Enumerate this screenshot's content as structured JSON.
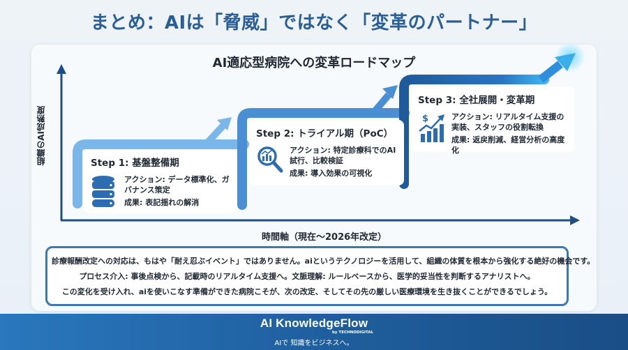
{
  "page": {
    "title": "まとめ：AIは「脅威」ではなく「変革のパートナー」"
  },
  "roadmap": {
    "title": "AI適応型病院への変革ロードマップ",
    "y_axis_label": "組織のAI成熟度",
    "x_axis_label": "時間軸（現在〜2026年改定）",
    "steps": [
      {
        "title": "Step 1: 基盤整備期",
        "icon": "database-icon",
        "action": "アクション: データ標準化、ガバナンス策定",
        "result": "成果: 表記揺れの解消",
        "color": "#7ab6e8"
      },
      {
        "title": "Step 2: トライアル期（PoC）",
        "icon": "magnifier-chart-icon",
        "action": "アクション: 特定診療科でのAI試行、比較検証",
        "result": "成果: 導入効果の可視化",
        "color": "#4a8fd4"
      },
      {
        "title": "Step 3: 全社展開・変革期",
        "icon": "dollar-growth-chart-icon",
        "action": "アクション: リアルタイム支援の実装、スタッフの役割転換",
        "result": "成果: 返戻削減、経営分析の高度化",
        "color": "#1f5a9a"
      }
    ]
  },
  "summary": {
    "lines": [
      "診療報酬改定への対応は、もはや「耐え忍ぶイベント」ではありません。aiというテクノロジーを活用して、組織の体質を根本から強化する絶好の機会です。",
      "プロセス介入: 事後点検から、記載時のリアルタイム支援へ。文脈理解: ルールベースから、医学的妥当性を判断するアナリストへ。",
      "この変化を受け入れ、aiを使いこなす準備ができた病院こそが、次の改定、そしてその先の厳しい医療環境を生き抜くことができるでしょう。"
    ]
  },
  "footer": {
    "brand": "AI KnowledgeFlow",
    "by": "by TECHNODIGITAL",
    "tagline": "AIで 知識をビジネスへ。"
  },
  "colors": {
    "title": "#2a5e94",
    "axis": "#1f4e85",
    "step1": "#7ab6e8",
    "step2": "#4a8fd4",
    "step3": "#1f5a9a",
    "accent_glow": "#4fc3f7",
    "footer": "#1e5d9c"
  }
}
